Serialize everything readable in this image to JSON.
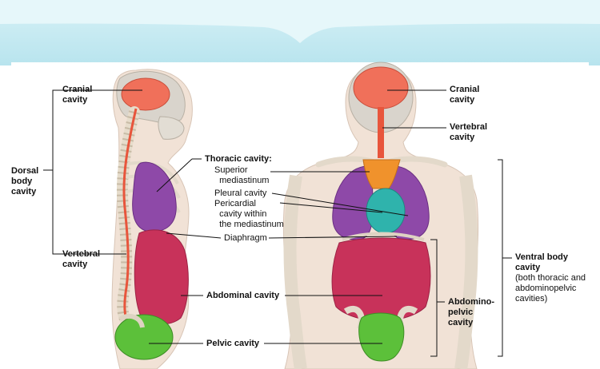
{
  "labels": {
    "cranial_left": "Cranial\ncavity",
    "dorsal": "Dorsal\nbody\ncavity",
    "vertebral_left": "Vertebral\ncavity",
    "thoracic_title": "Thoracic cavity:",
    "superior": "Superior\n  mediastinum",
    "pleural": "Pleural cavity",
    "pericardial": "Pericardial\n  cavity within\n  the mediastinum",
    "diaphragm": "Diaphragm",
    "abdominal": "Abdominal cavity",
    "pelvic": "Pelvic cavity",
    "cranial_right": "Cranial\ncavity",
    "vertebral_right": "Vertebral\ncavity",
    "ventral_title": "Ventral body\ncavity",
    "ventral_note": "(both thoracic and\nabdominopelvic\ncavities)",
    "abdominopelvic": "Abdomino-\npelvic\ncavity"
  },
  "colors": {
    "cranial": "#f0705a",
    "thoracic": "#8e49a8",
    "abdominal": "#c8325a",
    "pelvic": "#5cc03a",
    "pericardial": "#2fb3ac",
    "superior_mediastinum": "#f0922c",
    "spinal_cord": "#e8553c",
    "banner": "#bfe8f1"
  }
}
